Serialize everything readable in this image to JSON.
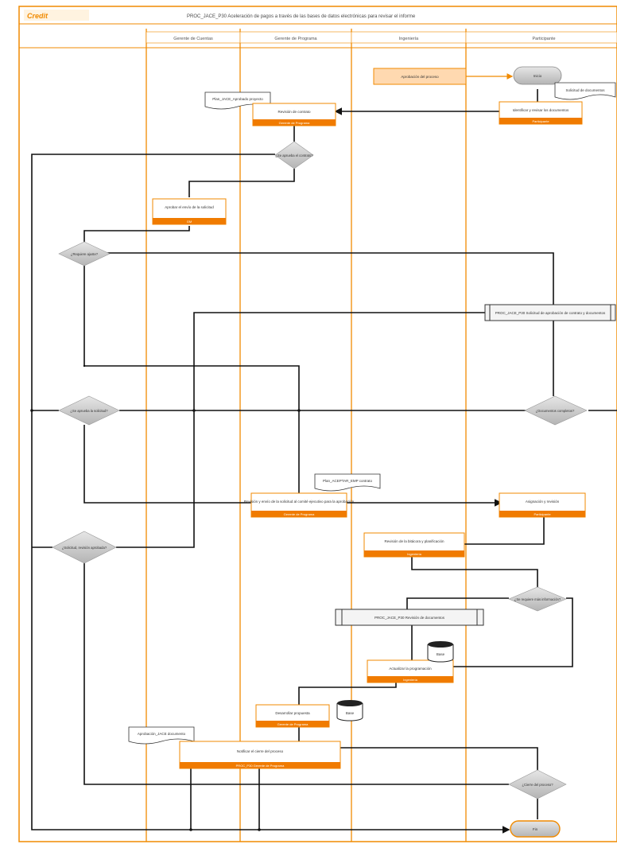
{
  "header": {
    "logo": "Credit",
    "title": "PROC_JACE_P30 Aceleración de pagos a través de las bases de datos electrónicas para revisar el informe"
  },
  "lanes": [
    {
      "id": "l0",
      "label": ""
    },
    {
      "id": "l1",
      "label": "Gerente de Cuentas"
    },
    {
      "id": "l2",
      "label": "Gerente de Programa"
    },
    {
      "id": "l3",
      "label": "Ingeniería"
    },
    {
      "id": "l4",
      "label": "Participante"
    }
  ],
  "tasks": [
    {
      "id": "t1",
      "label": "Revisión de contrato",
      "role": "Gerente de Programa"
    },
    {
      "id": "t2",
      "label": "Identificar y revisar los documentos",
      "role": "Participante"
    },
    {
      "id": "t3",
      "label": "Aprobar el envío de la solicitud",
      "role": "GM"
    },
    {
      "id": "t4",
      "label": "Revisión y envío de la solicitud al comité ejecutivo para la aprobación",
      "role": "Gerente de Programa"
    },
    {
      "id": "t5",
      "label": "Asignación y revisión",
      "role": "Participante"
    },
    {
      "id": "t6",
      "label": "Revisión de la bitácora y planificación",
      "role": "Ingeniería"
    },
    {
      "id": "t7",
      "label": "Actualizar la programación",
      "role": "Ingeniería"
    },
    {
      "id": "t8",
      "label": "Desarrollar propuesta",
      "role": "Gerente de Programa"
    },
    {
      "id": "t9",
      "label": "Notificar el cierre del proceso",
      "role": "PROC_P30 Gerente de Programa"
    }
  ],
  "start_event": {
    "label": "Inicio"
  },
  "end_event": {
    "label": "Fin"
  },
  "input_box": {
    "label": "Aprobación del proceso"
  },
  "documents": [
    {
      "id": "d1",
      "label": "Plan_JACE_Aprobado proyecto"
    },
    {
      "id": "d2",
      "label": "Solicitud de documentos"
    },
    {
      "id": "d3",
      "label": "Plan_ACEPTAR_EMP contrato"
    },
    {
      "id": "d4",
      "label": "Aprobación_JACE documento"
    }
  ],
  "decisions": [
    {
      "id": "g1",
      "label": "¿Se aprueba el contrato?"
    },
    {
      "id": "g2",
      "label": "¿Requiere ajuste?"
    },
    {
      "id": "g3",
      "label": "¿Se aprueba la solicitud?"
    },
    {
      "id": "g4",
      "label": "¿Documentos completos?"
    },
    {
      "id": "g5",
      "label": "¿Solicitud, revisión aprobada?"
    },
    {
      "id": "g6",
      "label": "¿Se requiere más información?"
    },
    {
      "id": "g7",
      "label": "¿Cierre del proceso?"
    }
  ],
  "subprocesses": [
    {
      "id": "s1",
      "label": "PROC_JACE_P30 Solicitud de aprobación de contrato y documentos"
    },
    {
      "id": "s2",
      "label": "PROC_JACE_P30 Revisión de documentos"
    }
  ],
  "databases": [
    {
      "id": "db1",
      "label": "Base"
    },
    {
      "id": "db2",
      "label": "Base"
    }
  ],
  "colors": {
    "accent": "#f08a00",
    "task_fill": "#ffffff",
    "tag_fill": "#f07b00",
    "gateway": "#c9c9c9",
    "line": "#111111"
  }
}
